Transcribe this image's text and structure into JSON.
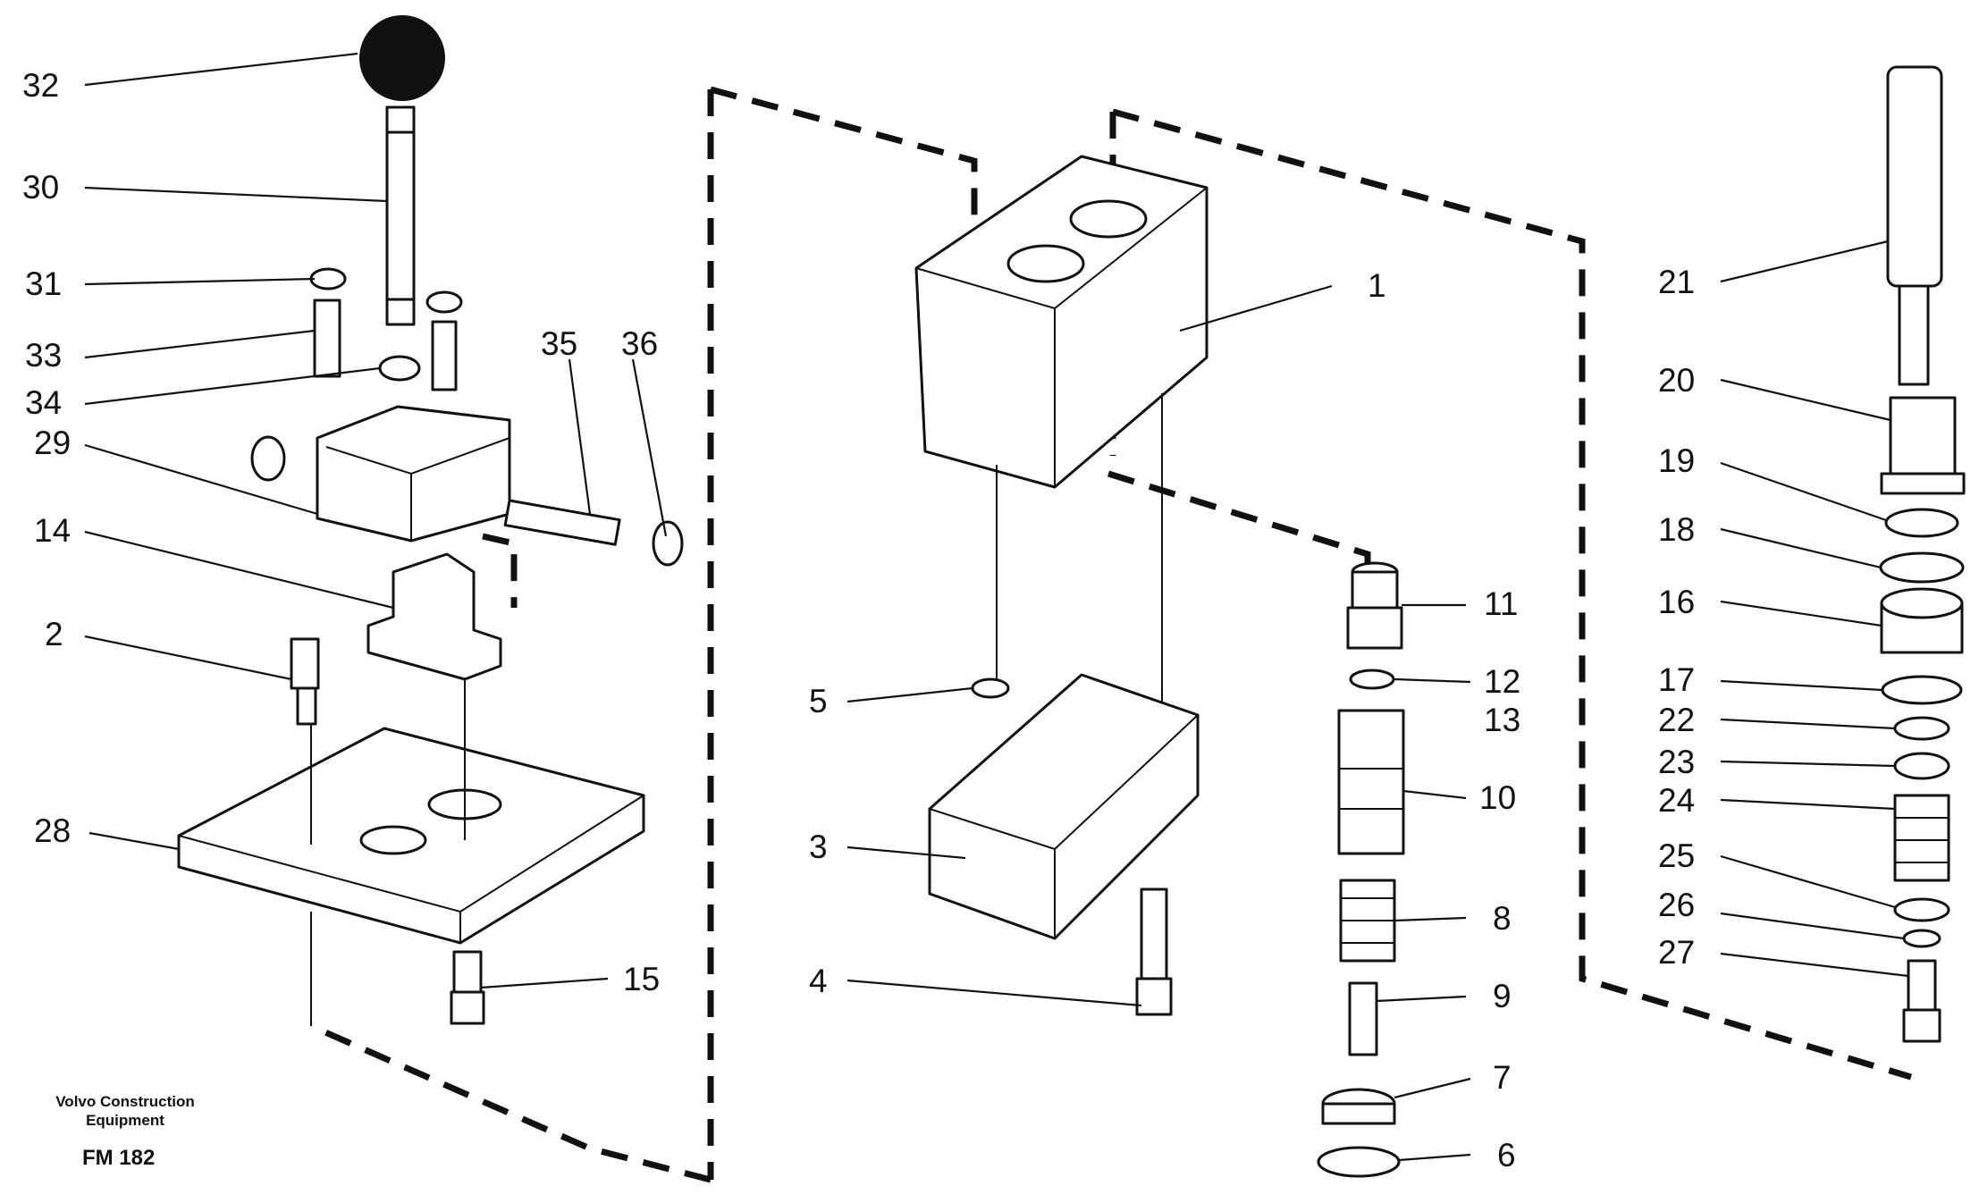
{
  "caption": {
    "manufacturer": "Volvo Construction\nEquipment",
    "figure_code": "FM 182"
  },
  "callouts": [
    "32",
    "30",
    "31",
    "33",
    "34",
    "29",
    "14",
    "2",
    "28",
    "15",
    "35",
    "36",
    "1",
    "5",
    "3",
    "4",
    "11",
    "12",
    "13",
    "10",
    "8",
    "9",
    "7",
    "6",
    "21",
    "20",
    "19",
    "18",
    "16",
    "17",
    "22",
    "23",
    "24",
    "25",
    "26",
    "27"
  ]
}
